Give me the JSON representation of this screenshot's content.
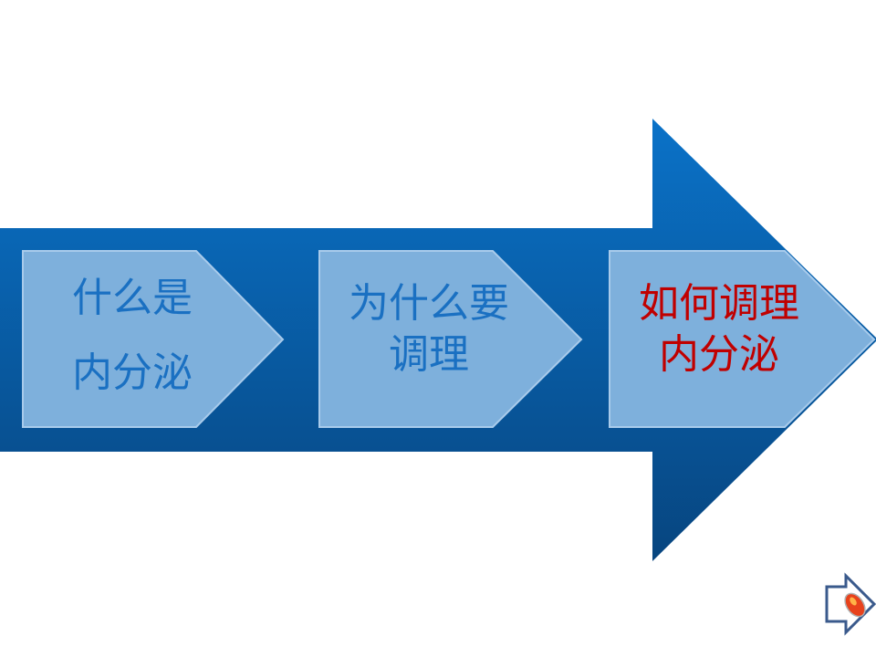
{
  "steps": [
    {
      "line1": "什么是",
      "line2": "内分泌"
    },
    {
      "line1": "为什么要",
      "line2": "调理"
    },
    {
      "line1": "如何调理",
      "line2": "内分泌"
    }
  ],
  "colors": {
    "arrow_top": "#0a72c8",
    "arrow_bottom": "#07457f",
    "box": "#7eb0dc",
    "text": "#1a70c2",
    "highlight": "#c00000"
  },
  "nav": {
    "icon": "next-arrow-icon"
  }
}
